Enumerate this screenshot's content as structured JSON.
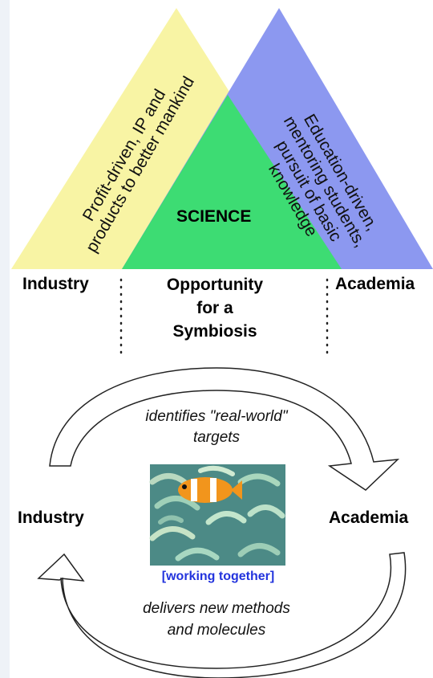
{
  "top": {
    "industry_triangle_text": "Profit-driven, IP and products to better mankind",
    "academia_triangle_text": "Education-driven, mentoring students, pursuit of basic knowledge",
    "center_label": "SCIENCE",
    "left_label": "Industry",
    "right_label": "Academia",
    "middle_label": [
      "Opportunity",
      "for a",
      "Symbiosis"
    ]
  },
  "bottom": {
    "top_arrow_text": [
      "identifies \"real-world\"",
      "targets"
    ],
    "left_label": "Industry",
    "right_label": "Academia",
    "image_caption": "[working together]",
    "bottom_arrow_text": [
      "delivers new methods",
      "and molecules"
    ]
  },
  "colors": {
    "industry_triangle": "#f8f4a4",
    "academia_triangle": "#8c98f0",
    "science_overlap": "#3ddc73",
    "caption_blue": "#2233dd"
  }
}
